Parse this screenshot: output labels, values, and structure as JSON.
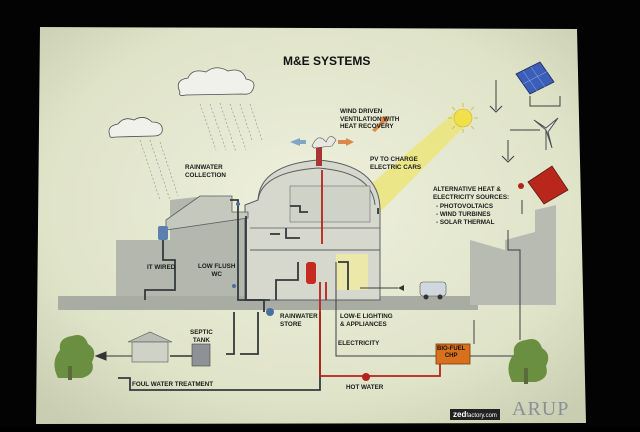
{
  "slide": {
    "title": "M&E SYSTEMS",
    "labels": {
      "rainwater_collection": "RAINWATER\nCOLLECTION",
      "wind_ventilation": "WIND DRIVEN\nVENTILATION WITH\nHEAT RECOVERY",
      "pv_cars": "PV TO CHARGE\nELECTRIC CARS",
      "alternative": "ALTERNATIVE HEAT &\nELECTRICITY SOURCES:",
      "alt_items": [
        "- PHOTOVOLTAICS",
        "- WIND TURBINES",
        "- SOLAR THERMAL"
      ],
      "it_wired": "IT WIRED",
      "low_flush": "LOW FLUSH\nWC",
      "rainwater_store": "RAINWATER\nSTORE",
      "low_e": "LOW-E LIGHTING\n& APPLIANCES",
      "electricity": "ELECTRICITY",
      "septic": "SEPTIC\nTANK",
      "foul_water": "FOUL WATER TREATMENT",
      "hot_water": "HOT WATER",
      "chp": "BIO-FUEL\nCHP"
    },
    "footer": {
      "logo_prefix": "zed",
      "logo_suffix": "factory.com",
      "brand": "ARUP"
    }
  },
  "colors": {
    "screen": "#e6e9d2",
    "building": "#b9bdb3",
    "pipe_water": "#3a3f44",
    "pipe_hot": "#b5221b",
    "sun": "#f2e04a",
    "beam": "#e8e07a",
    "tree": "#5f8a3a",
    "chp": "#d8701c"
  },
  "icons": [
    "sun-icon",
    "cloud-icon",
    "solar-panel-icon",
    "wind-turbine-icon",
    "solar-thermal-icon",
    "tree-icon",
    "car-icon",
    "wind-cowl-icon"
  ]
}
